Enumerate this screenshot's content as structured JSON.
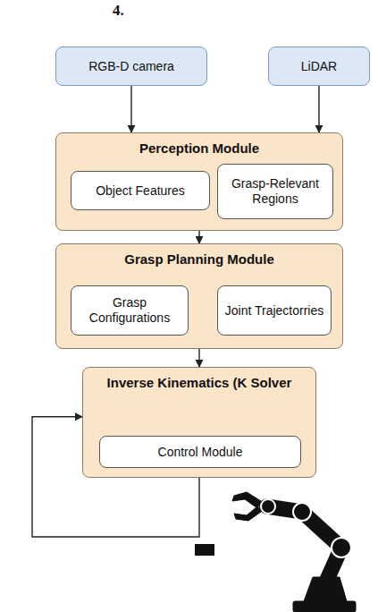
{
  "diagram": {
    "nodes": [
      {
        "text": [
          "RGB-D camera"
        ]
      },
      {
        "text": [
          "LiDAR"
        ]
      },
      {
        "text": [
          "Perception Module"
        ]
      },
      {
        "text": [
          "Object Features"
        ],
        "in": 2
      },
      {
        "text": [
          "Grasp-Relevant Regions"
        ],
        "in": 2
      },
      {
        "text": [
          "Grasp Planning Module"
        ]
      },
      {
        "text": [
          "Grasp Configurations"
        ],
        "in": 5
      },
      {
        "text": [
          "Joint Trajectorries"
        ],
        "in": 5
      },
      {
        "text": [
          "Inverse Kinematics (K Solver"
        ]
      },
      {
        "text": [
          "Control Module"
        ],
        "in": 8
      }
    ],
    "edges": [
      {
        "from": 0,
        "to": 2,
        "arrow": "to"
      },
      {
        "from": 1,
        "to": 2,
        "arrow": "to"
      },
      {
        "from": 2,
        "to": 5,
        "arrow": "to"
      },
      {
        "from": 5,
        "to": 8,
        "arrow": "to"
      },
      {
        "from": 8,
        "to": 8,
        "arrow": "to"
      }
    ],
    "labels": [
      "4."
    ]
  }
}
